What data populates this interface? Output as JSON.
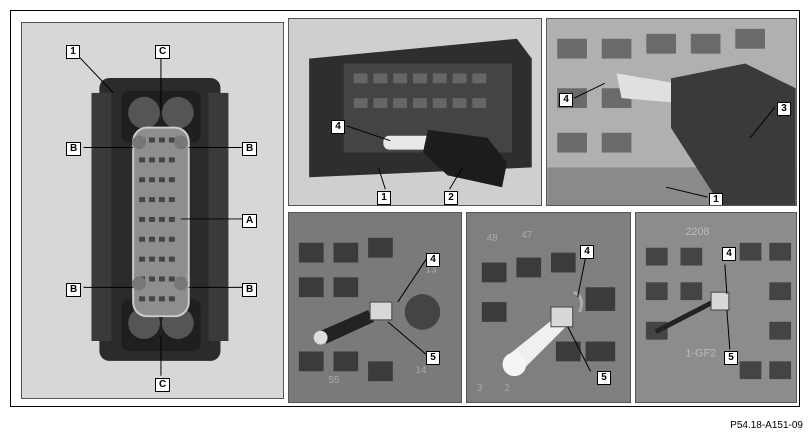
{
  "figure_code": "P54.18-A151-09",
  "panels": {
    "connector_face": {
      "labels": {
        "p1": "1",
        "c_top": "C",
        "c_bottom": "C",
        "b_tl": "B",
        "b_tr": "B",
        "b_bl": "B",
        "b_br": "B",
        "a": "A"
      }
    },
    "connector_side": {
      "labels": {
        "p4": "4",
        "p1": "1",
        "p2": "2"
      }
    },
    "tool_closeup": {
      "labels": {
        "p4": "4",
        "p3": "3",
        "p1": "1"
      }
    },
    "detail_a": {
      "labels": {
        "p4": "4",
        "p5": "5"
      },
      "text": {
        "n13": "13",
        "n55": "55",
        "n14": "14"
      }
    },
    "detail_b": {
      "labels": {
        "p4": "4",
        "p5": "5"
      },
      "text": {
        "n48": "48",
        "n47": "47",
        "n2": "2",
        "n3": "3"
      }
    },
    "detail_c": {
      "labels": {
        "p4": "4",
        "p5": "5"
      },
      "text": {
        "n2208": "2208",
        "nGF": "1-GF2"
      }
    }
  }
}
